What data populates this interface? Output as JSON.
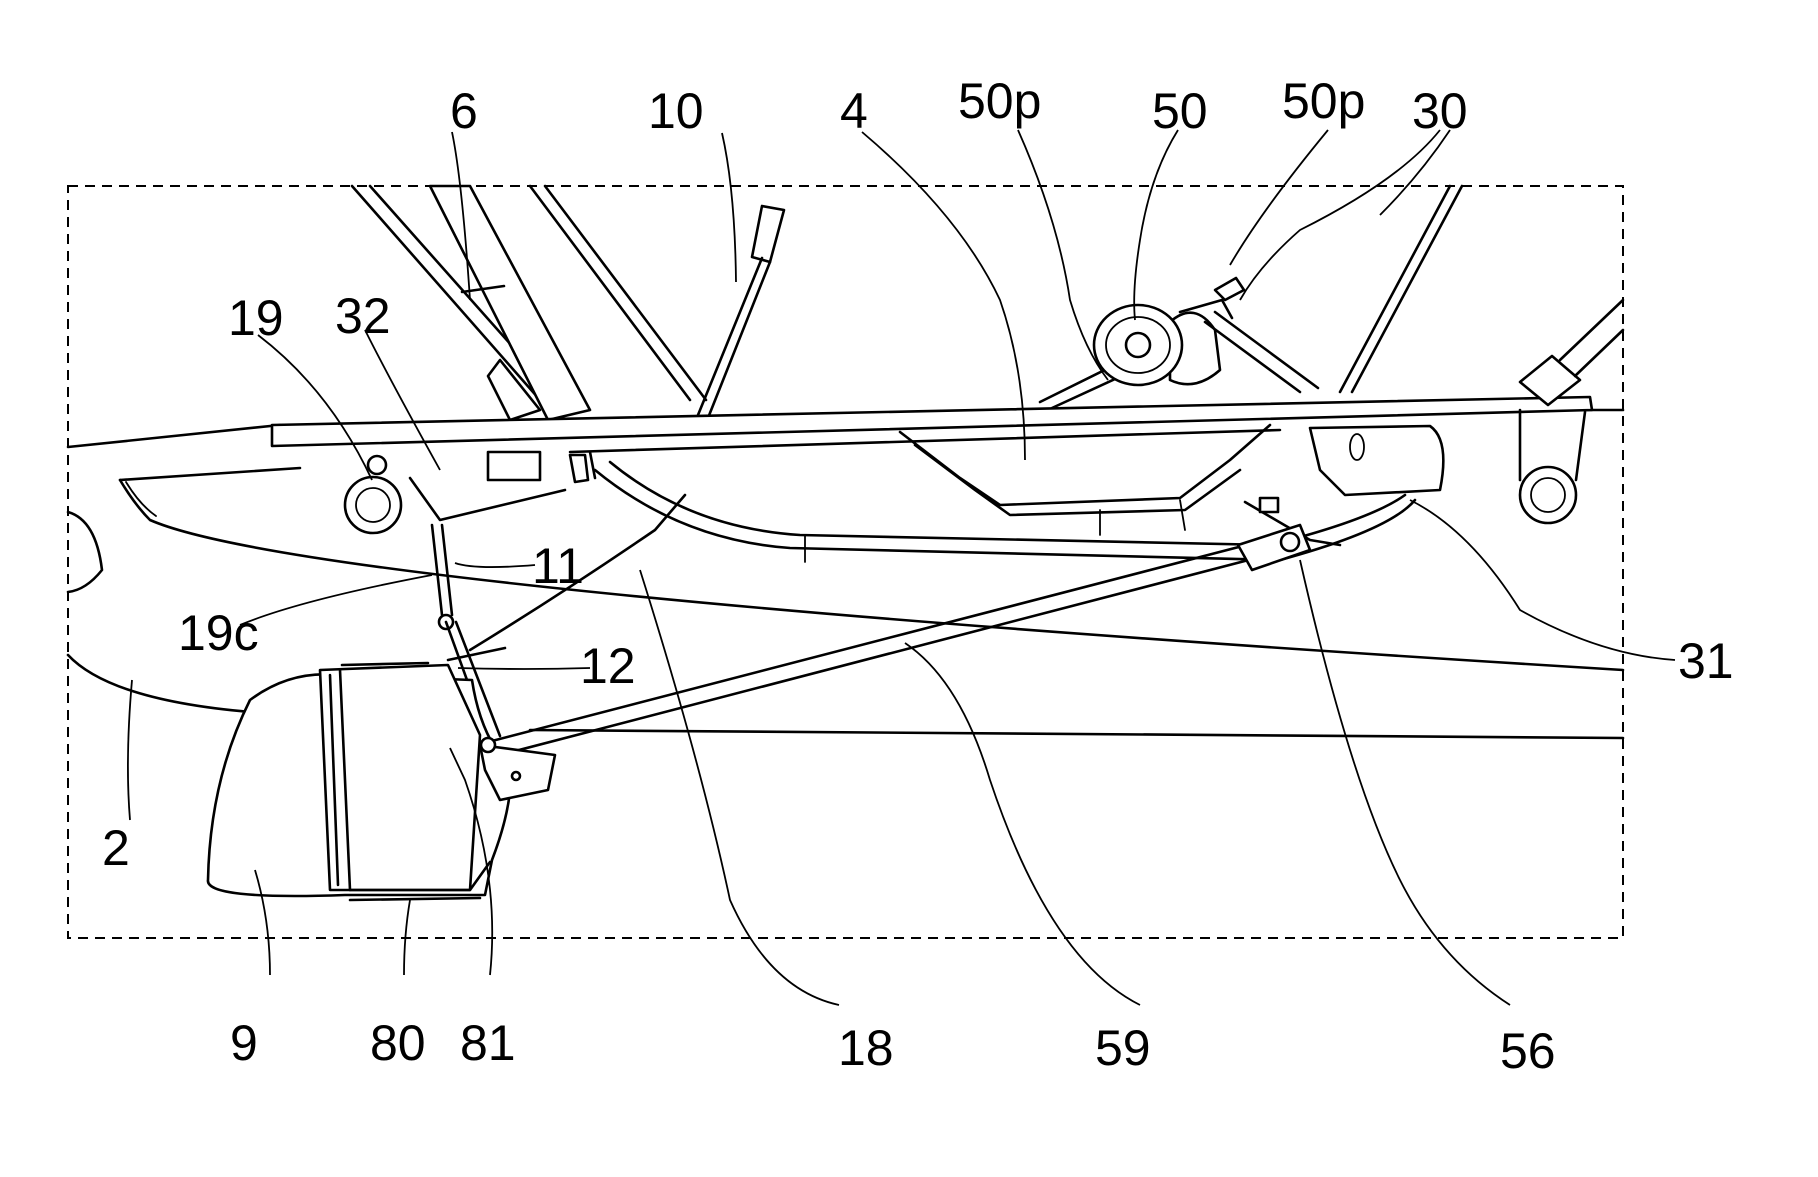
{
  "figure": {
    "labels": {
      "l6": "6",
      "l10": "10",
      "l4": "4",
      "l50p_a": "50p",
      "l50": "50",
      "l50p_b": "50p",
      "l30": "30",
      "l19": "19",
      "l32": "32",
      "l11": "11",
      "l19c": "19c",
      "l12": "12",
      "l2": "2",
      "l31": "31",
      "l9": "9",
      "l80": "80",
      "l81": "81",
      "l18": "18",
      "l59": "59",
      "l56": "56"
    }
  }
}
